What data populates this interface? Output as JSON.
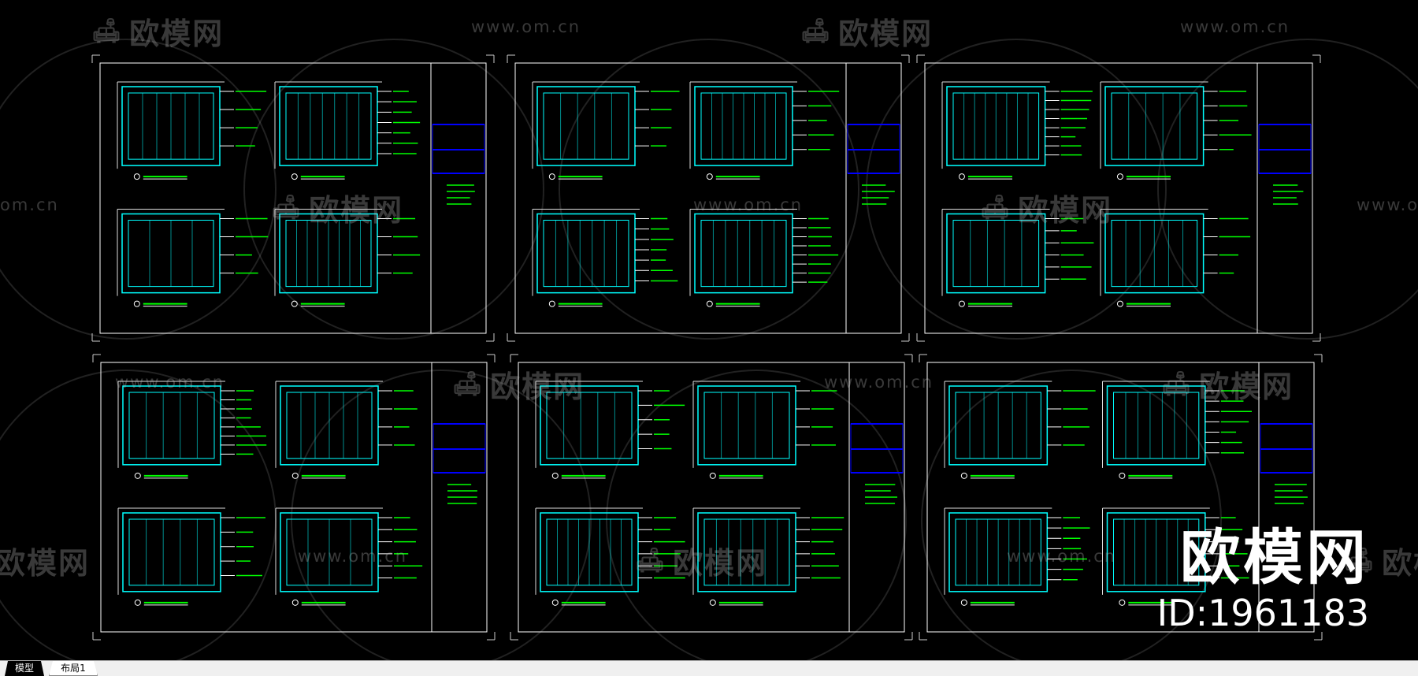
{
  "app": {
    "tabs": [
      {
        "label": "模型",
        "active": true
      },
      {
        "label": "布局1",
        "active": false
      }
    ]
  },
  "watermark": {
    "url": "www.om.cn",
    "url_partial": "om.cn",
    "logo_text": "欧模网",
    "logo_partial_left": "欧模网",
    "brand": "欧模网",
    "id_label": "ID:1961183"
  },
  "colors": {
    "background": "#000000",
    "frame": "#ffffff",
    "cyan": "#00ffff",
    "green": "#00ff00",
    "title_blue": "#0000ff"
  }
}
